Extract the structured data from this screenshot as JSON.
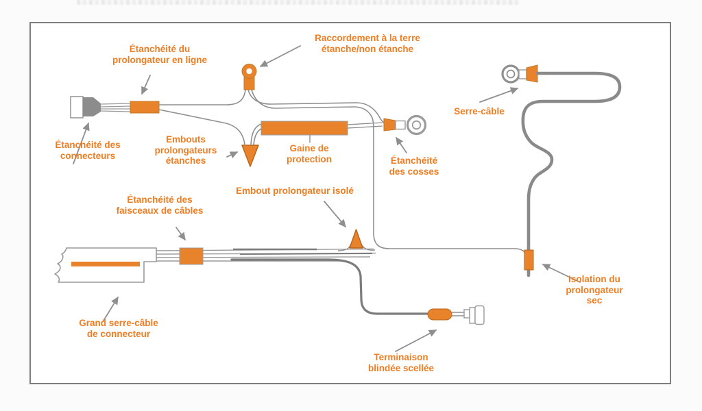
{
  "diagram": {
    "accent_color": "#E8832C",
    "label_color": "#EF7D22",
    "wire_color": "#8F8F8F",
    "frame_border_color": "#7D7D7D",
    "labels": {
      "inline_seal": "Étanchéité du\nprolongateur en ligne",
      "ground": "Raccordement à la terre\nétanche/non étanche",
      "connector_seal": "Étanchéité des\nconnecteurs",
      "extension_tips": "Embouts\nprolongateurs\nétanches",
      "sheath": "Gaine de\nprotection",
      "lug_seal": "Étanchéité\ndes cosses",
      "cable_clamp": "Serre-câble",
      "insulated_tip": "Embout prolongateur isolé",
      "harness_seal": "Étanchéité des\nfaisceaux de câbles",
      "big_clamp": "Grand serre-câble\nde connecteur",
      "shielded_termination": "Terminaison\nblindée scellée",
      "dry_insulation": "Isolation du\nprolongateur\nsec"
    }
  }
}
